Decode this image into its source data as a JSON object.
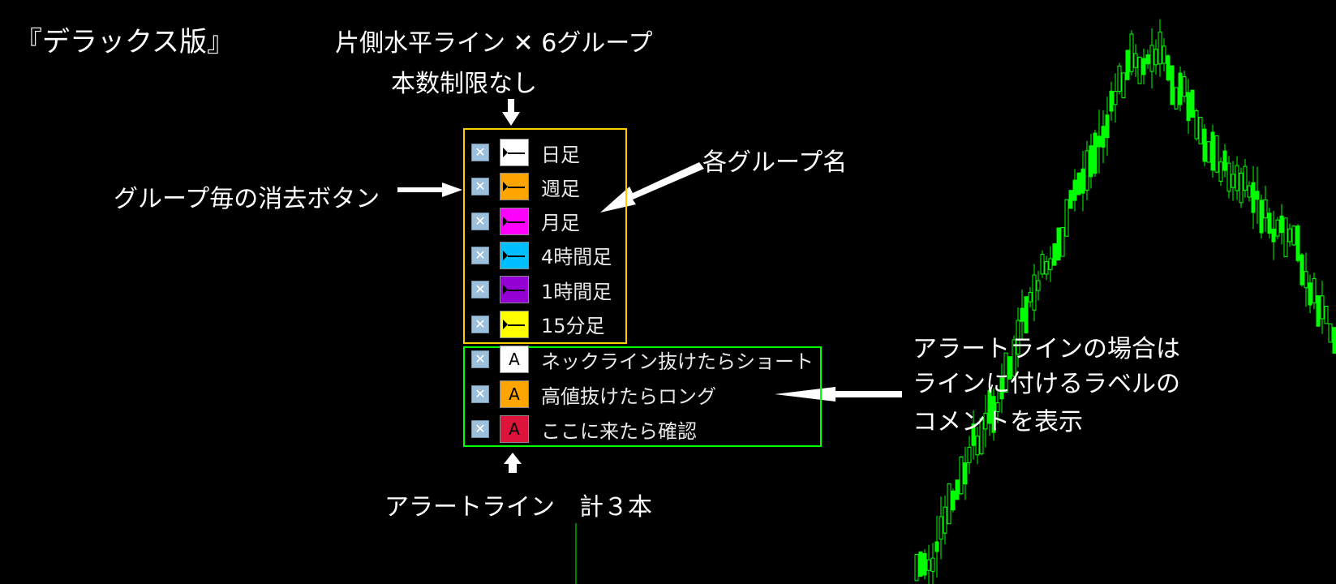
{
  "title": "『デラックス版』",
  "header": {
    "line1": "片側水平ライン ✕ 6グループ",
    "line2": "本数制限なし"
  },
  "annotations": {
    "delete_buttons": "グループ毎の消去ボタン",
    "group_names": "各グループ名",
    "alert_comment": [
      "アラートラインの場合は",
      "ラインに付けるラベルの",
      "コメントを表示"
    ],
    "alert_total": "アラートライン　計３本"
  },
  "groups": [
    {
      "label": "日足",
      "color": "#ffffff"
    },
    {
      "label": "週足",
      "color": "#ffa500"
    },
    {
      "label": "月足",
      "color": "#ff00ff"
    },
    {
      "label": "4時間足",
      "color": "#00bfff"
    },
    {
      "label": "1時間足",
      "color": "#9400d3"
    },
    {
      "label": "15分足",
      "color": "#ffff00"
    }
  ],
  "alerts": [
    {
      "label": "ネックライン抜けたらショート",
      "color": "#ffffff",
      "icon": "A"
    },
    {
      "label": "高値抜けたらロング",
      "color": "#ffa500",
      "icon": "A"
    },
    {
      "label": "ここに来たら確認",
      "color": "#dc143c",
      "icon": "A"
    }
  ],
  "delete_glyph": "✕",
  "colors": {
    "group_box": "#ffcc00",
    "alert_box": "#00ff00",
    "candles": "#00ff00"
  }
}
